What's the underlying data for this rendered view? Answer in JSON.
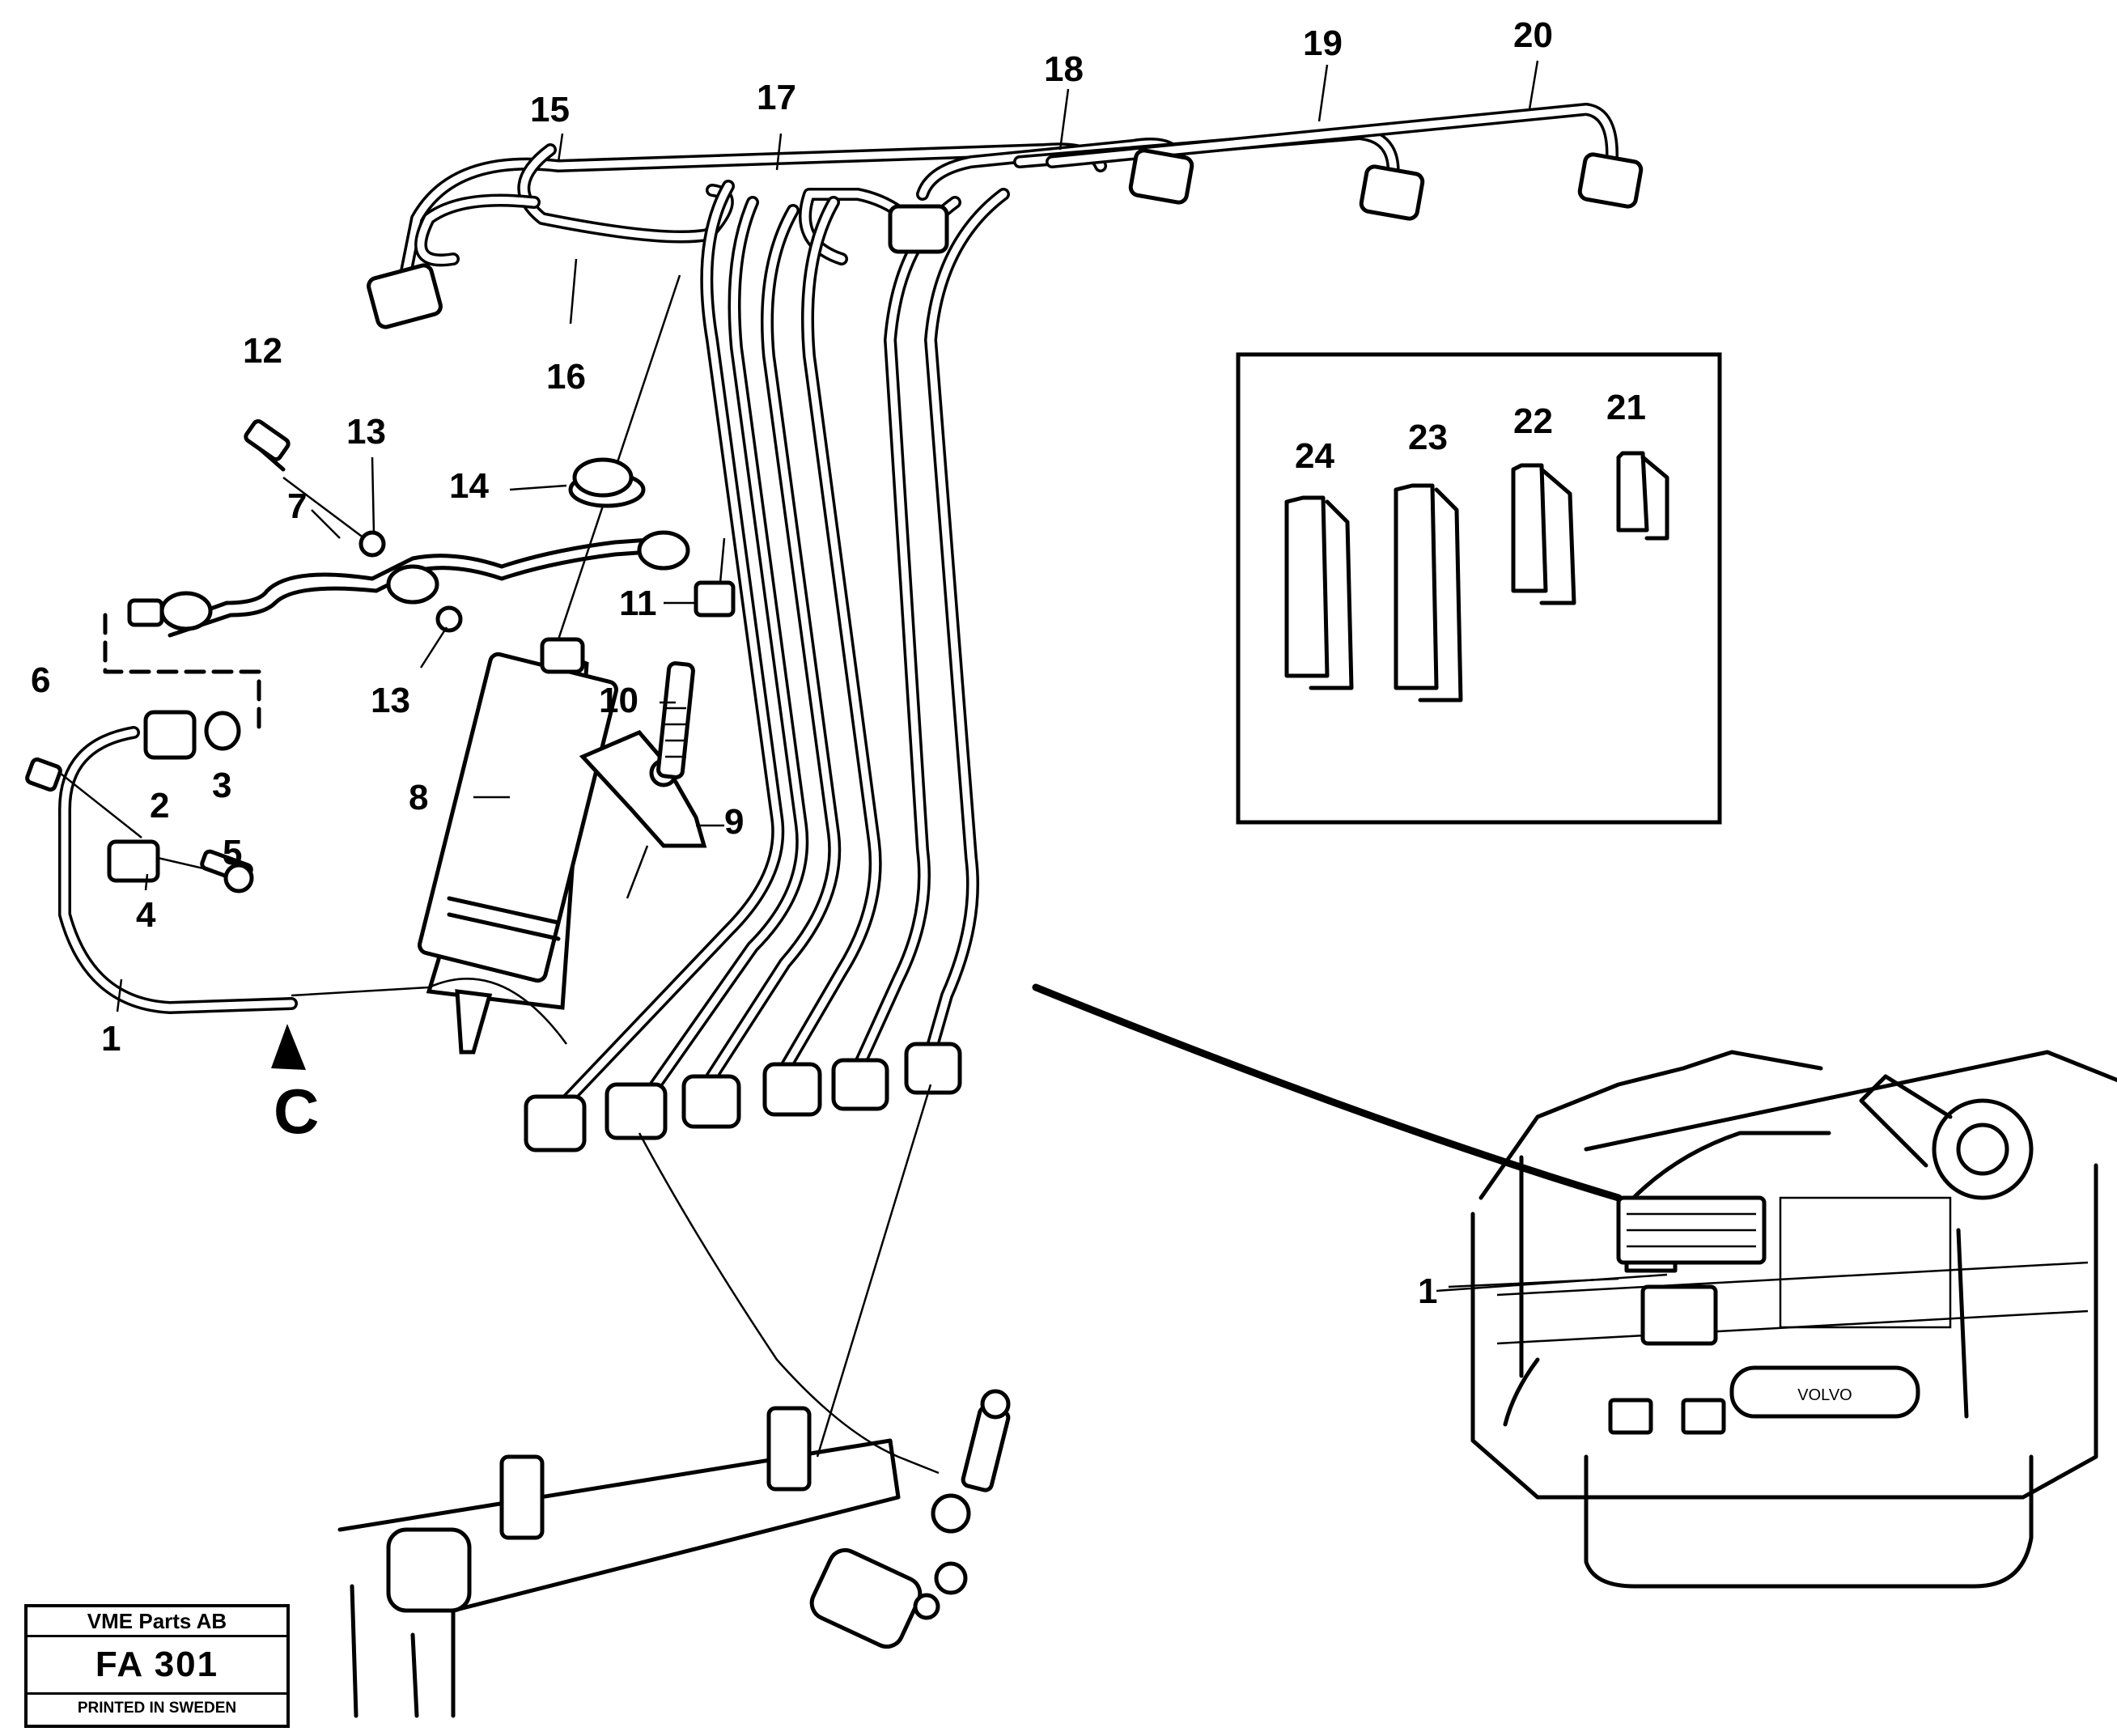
{
  "callouts": {
    "c1": "1",
    "c2": "2",
    "c3": "3",
    "c4": "4",
    "c5": "5",
    "c6": "6",
    "c7": "7",
    "c8": "8",
    "c9": "9",
    "c10": "10",
    "c11": "11",
    "c12": "12",
    "c13a": "13",
    "c13b": "13",
    "c14": "14",
    "c15": "15",
    "c16": "16",
    "c17": "17",
    "c18": "18",
    "c19": "19",
    "c20": "20",
    "c21": "21",
    "c22": "22",
    "c23": "23",
    "c24": "24",
    "c1_engine": "1"
  },
  "view_marker": "C",
  "title_block": {
    "company": "VME Parts AB",
    "code": "FA 301",
    "printed": "PRINTED IN SWEDEN"
  }
}
